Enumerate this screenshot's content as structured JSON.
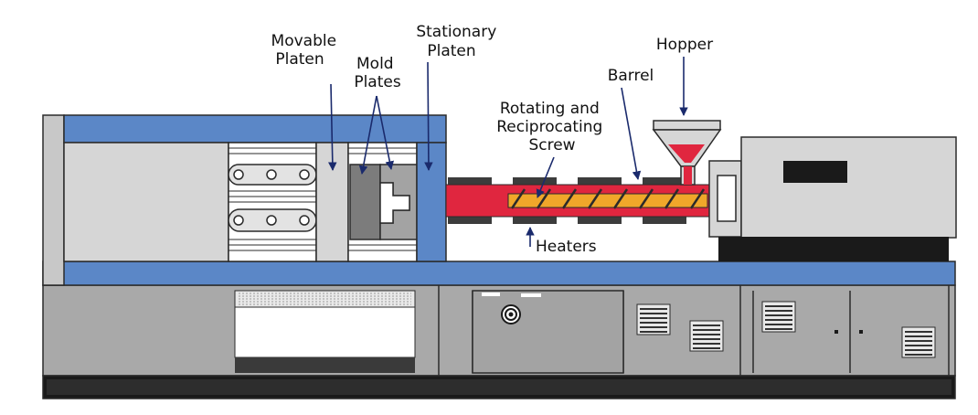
{
  "labels": {
    "movable_platen": [
      "Movable",
      "Platen"
    ],
    "mold_plates": [
      "Mold",
      "Plates"
    ],
    "stationary_platen": [
      "Stationary",
      "Platen"
    ],
    "hopper": "Hopper",
    "barrel": "Barrel",
    "screw": [
      "Rotating and",
      "Reciprocating",
      "Screw"
    ],
    "heaters": "Heaters"
  },
  "colors": {
    "blue": "#5b87c7",
    "light_gray": "#d6d6d6",
    "mid_gray": "#a9a9a9",
    "dark_gray": "#7c7c7c",
    "outline": "#2b2b2b",
    "melt_red": "#e0263f",
    "screw_orange": "#f0a72a",
    "black": "#1a1a1a",
    "white": "#ffffff"
  }
}
